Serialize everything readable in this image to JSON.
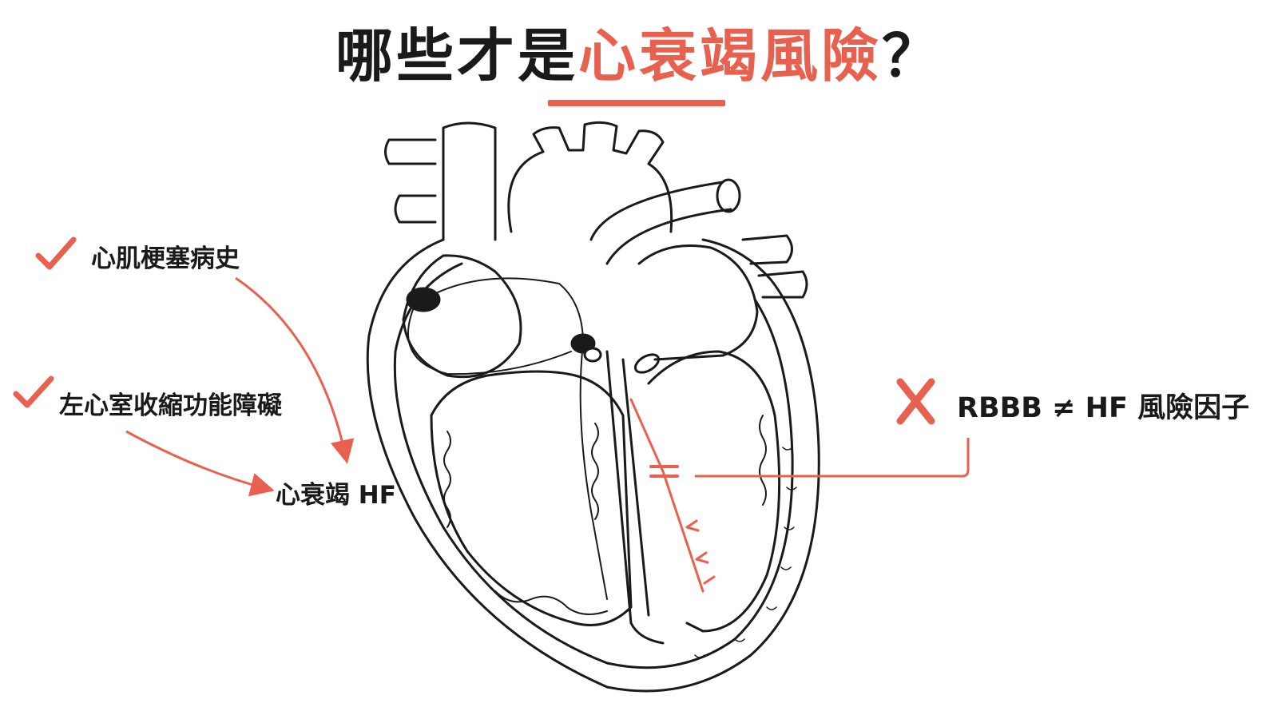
{
  "title": {
    "prefix": "哪些才是",
    "accent": "心衰竭風險",
    "suffix": "？"
  },
  "labels": {
    "risk_1": "心肌梗塞病史",
    "risk_2": "左心室收縮功能障礙",
    "outcome": "心衰竭 HF",
    "not_risk": "RBBB ≠ HF 風險因子"
  },
  "colors": {
    "accent": "#e8614f",
    "ink": "#1a1a1a"
  },
  "icons": {
    "check": "check-icon",
    "cross": "cross-icon"
  }
}
